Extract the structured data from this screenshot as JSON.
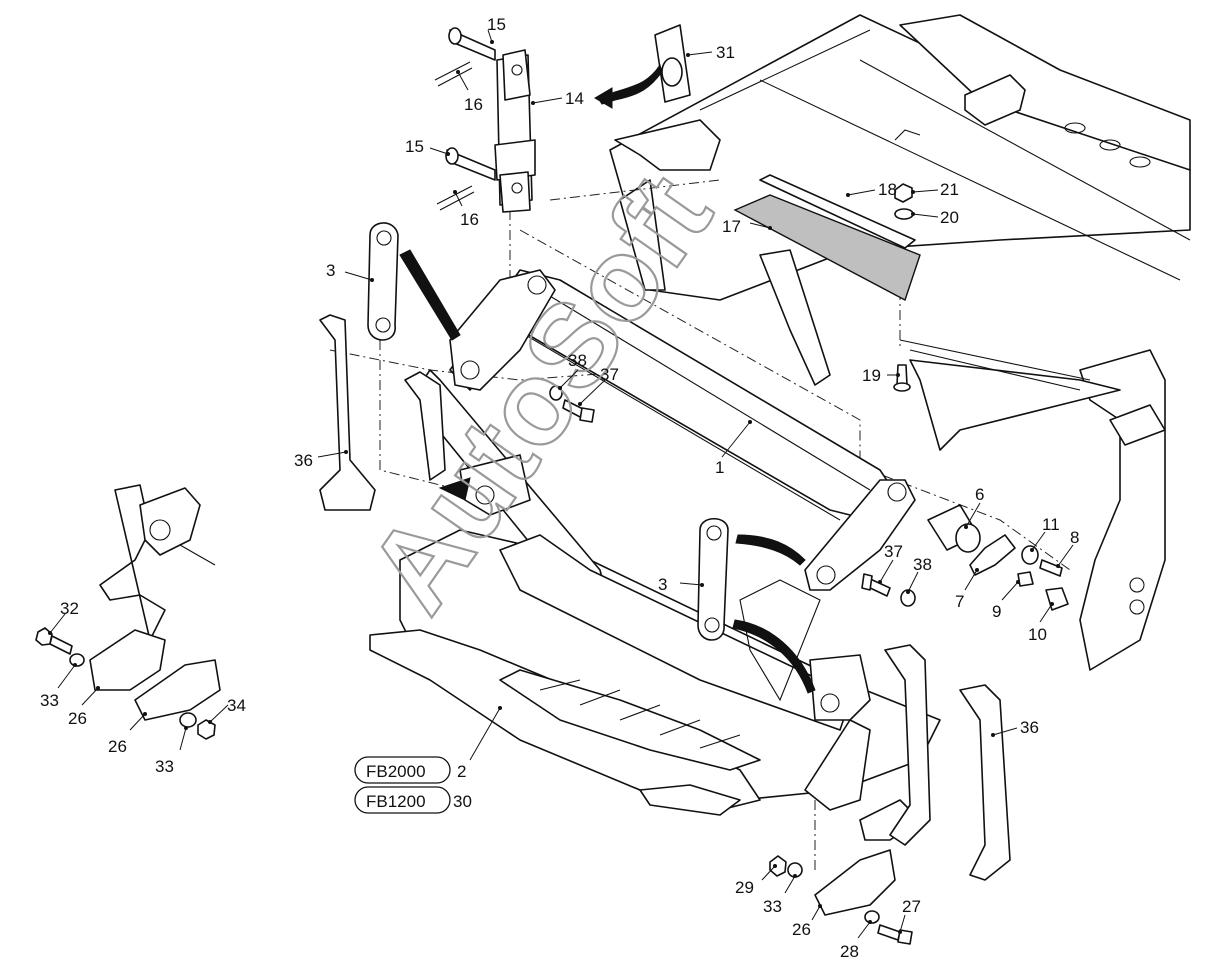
{
  "watermark": "AutoSoft",
  "model_boxes": [
    {
      "code": "FB2000",
      "number": "2"
    },
    {
      "code": "FB1200",
      "number": "30"
    }
  ],
  "callouts": [
    "1",
    "3",
    "3",
    "6",
    "7",
    "8",
    "9",
    "10",
    "11",
    "14",
    "15",
    "15",
    "16",
    "16",
    "17",
    "18",
    "19",
    "20",
    "21",
    "26",
    "26",
    "26",
    "27",
    "28",
    "29",
    "31",
    "32",
    "33",
    "33",
    "33",
    "34",
    "36",
    "36",
    "37",
    "37",
    "38",
    "38"
  ]
}
